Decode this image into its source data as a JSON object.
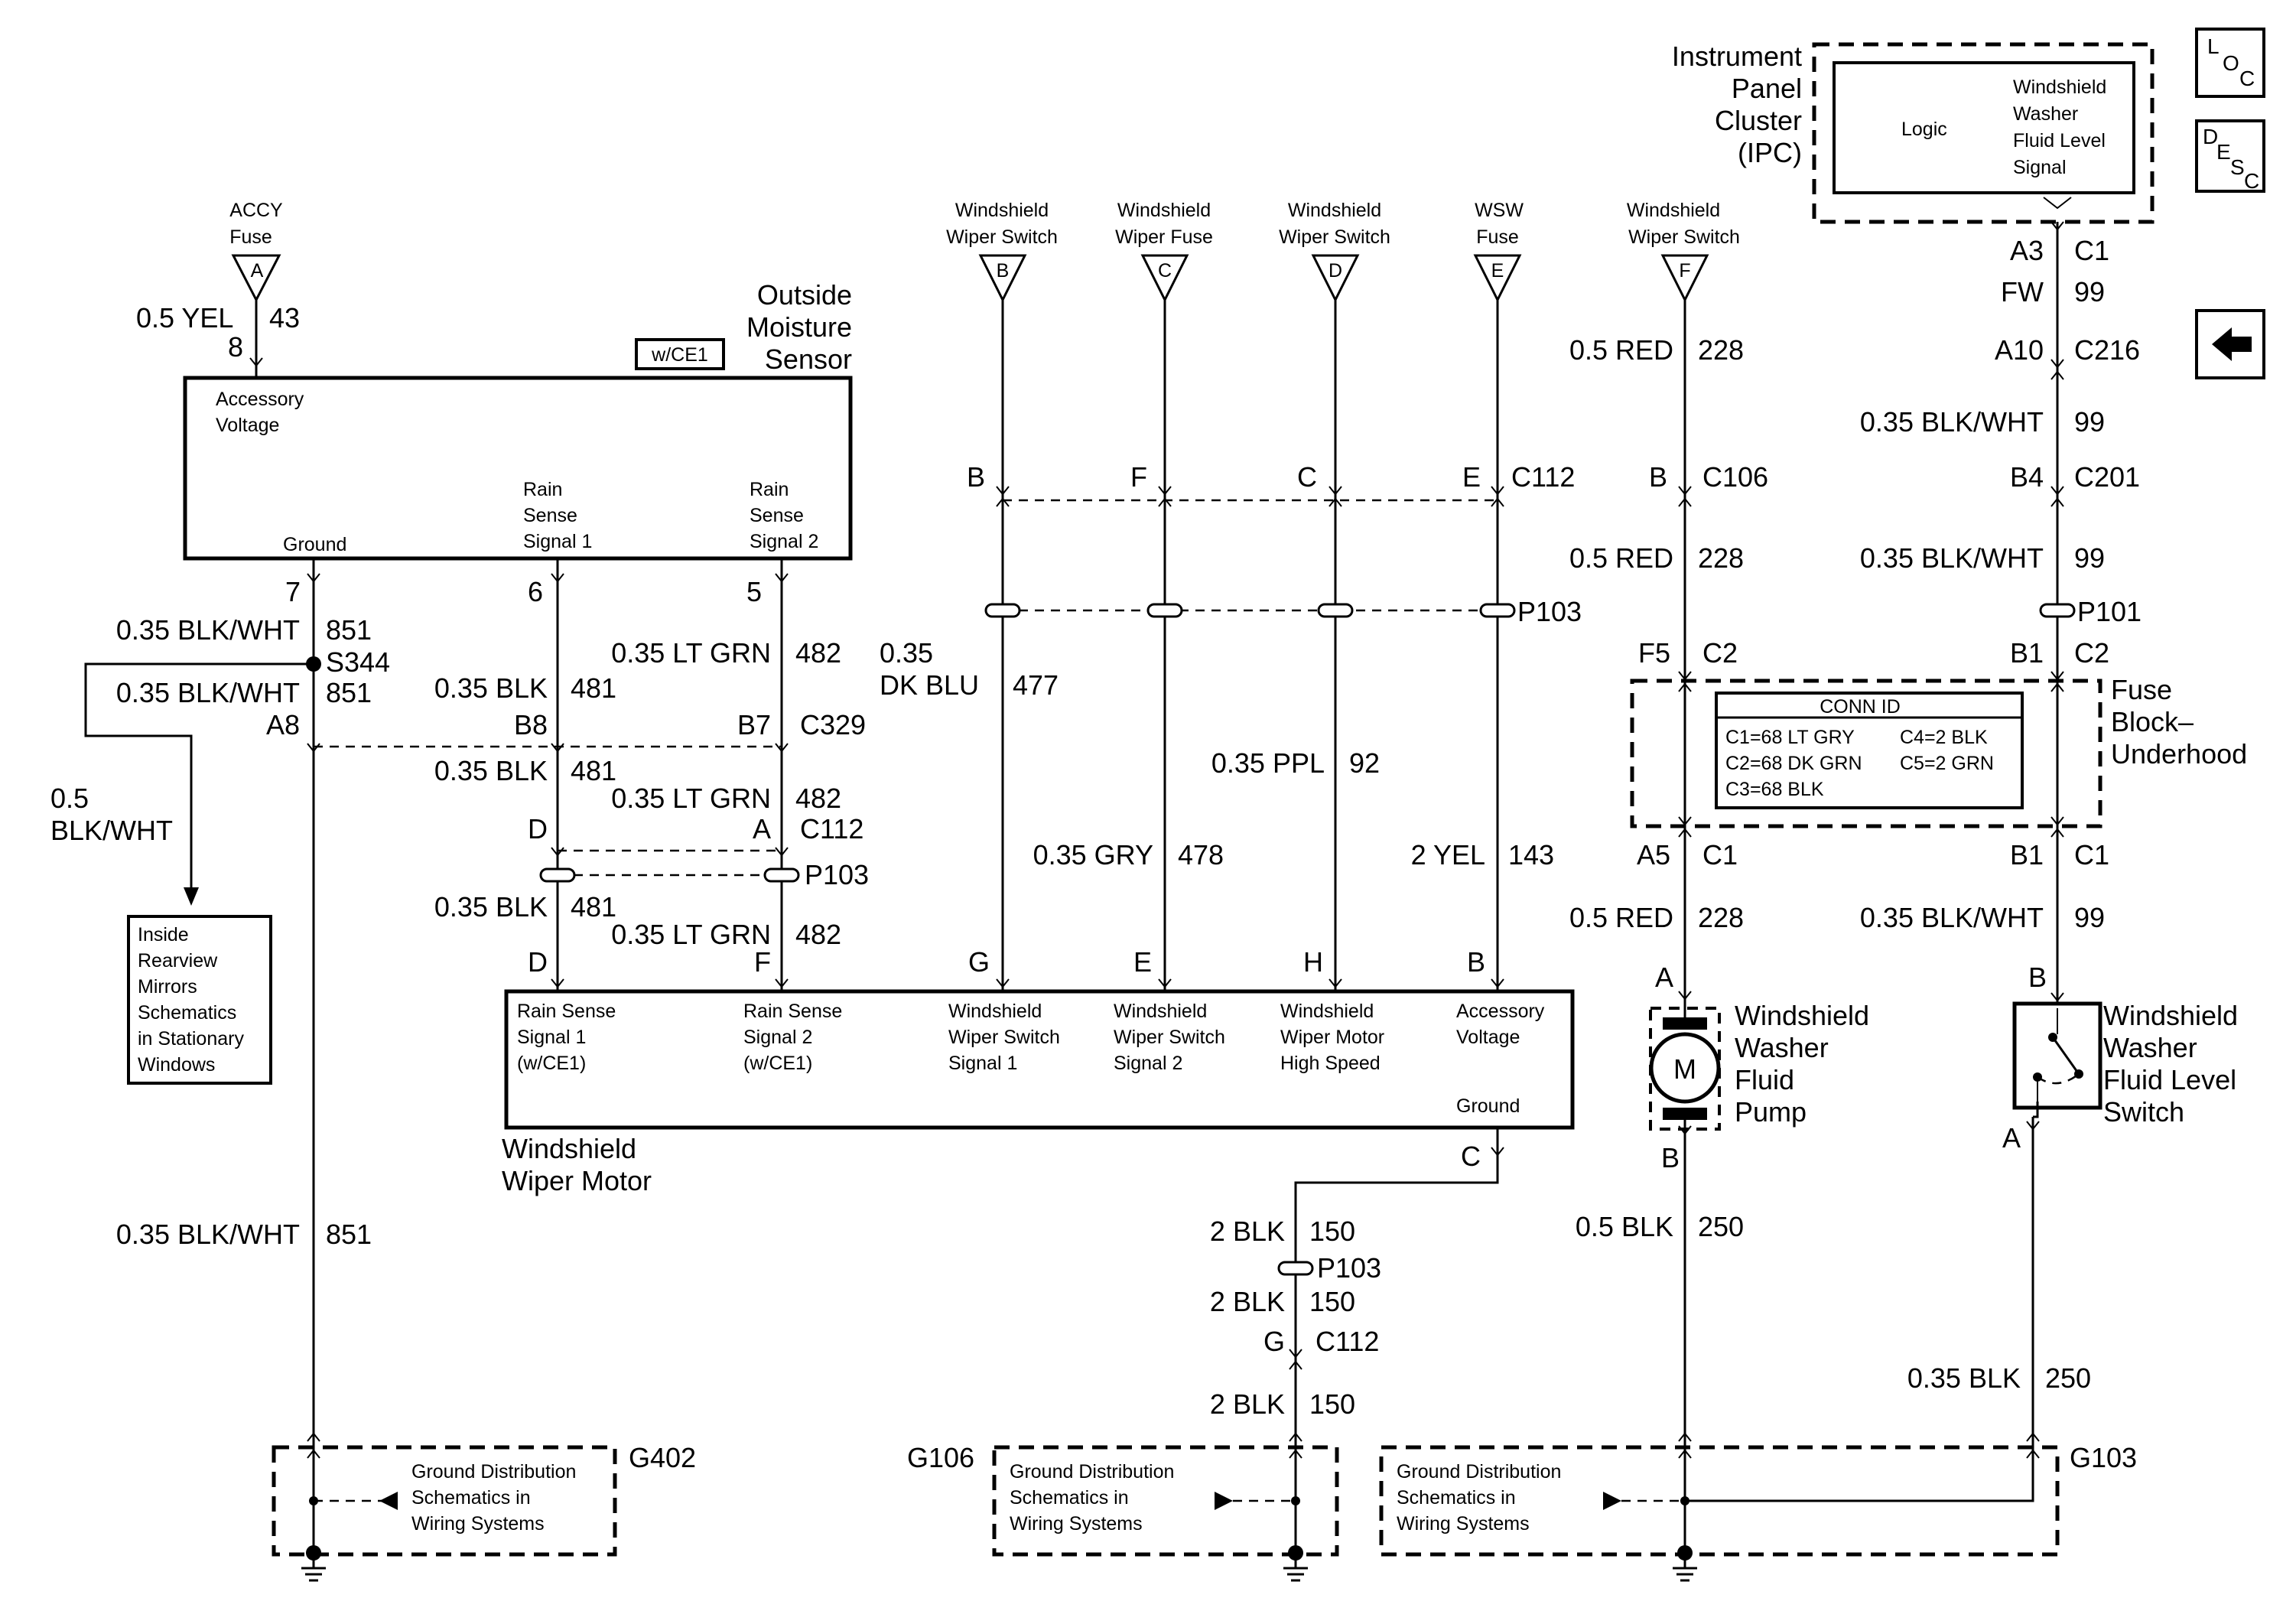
{
  "ipc": {
    "title_lines": [
      "Instrument",
      "Panel",
      "Cluster",
      "(IPC)"
    ],
    "logic": "Logic",
    "signal_lines": [
      "Windshield",
      "Washer",
      "Fluid Level",
      "Signal"
    ]
  },
  "nav": {
    "loc": [
      "L",
      "O",
      "C"
    ],
    "desc": [
      "D",
      "E",
      "S",
      "C"
    ],
    "back_arrow_icon": "left-arrow-icon"
  },
  "feeds": {
    "accy": {
      "label": [
        "ACCY",
        "Fuse"
      ],
      "letter": "A"
    },
    "b": {
      "label": [
        "Windshield",
        "Wiper Switch"
      ],
      "letter": "B"
    },
    "c": {
      "label": [
        "Windshield",
        "Wiper Fuse"
      ],
      "letter": "C"
    },
    "d": {
      "label": [
        "Windshield",
        "Wiper Switch"
      ],
      "letter": "D"
    },
    "e": {
      "label": [
        "WSW",
        "Fuse"
      ],
      "letter": "E"
    },
    "f": {
      "label": [
        "Windshield",
        "Wiper Switch"
      ],
      "letter": "F"
    }
  },
  "moisture_sensor": {
    "title": [
      "Outside",
      "Moisture",
      "Sensor"
    ],
    "option": "w/CE1",
    "accessory": [
      "Accessory",
      "Voltage"
    ],
    "ground": "Ground",
    "rain1": [
      "Rain",
      "Sense",
      "Signal 1"
    ],
    "rain2": [
      "Rain",
      "Sense",
      "Signal 2"
    ],
    "pins": [
      "7",
      "6",
      "5",
      "8"
    ]
  },
  "wires": {
    "yel43": [
      "0.5 YEL",
      "43"
    ],
    "bw851": [
      "0.35 BLK/WHT",
      "851"
    ],
    "bw851b": [
      "0.35 BLK/WHT",
      "851"
    ],
    "bw851c": [
      "0.35 BLK/WHT",
      "851"
    ],
    "bw_branch": [
      "0.5",
      "BLK/WHT"
    ],
    "blk481a": [
      "0.35 BLK",
      "481"
    ],
    "blk481b": [
      "0.35 BLK",
      "481"
    ],
    "blk481c": [
      "0.35 BLK",
      "481"
    ],
    "grn482a": [
      "0.35 LT GRN",
      "482"
    ],
    "grn482b": [
      "0.35 LT GRN",
      "482"
    ],
    "grn482c": [
      "0.35 LT GRN",
      "482"
    ],
    "blu477": [
      "0.35",
      "DK BLU",
      "477"
    ],
    "gry478": [
      "0.35 GRY",
      "478"
    ],
    "ppl92": [
      "0.35 PPL",
      "92"
    ],
    "yel143": [
      "2 YEL",
      "143"
    ],
    "red228a": [
      "0.5 RED",
      "228"
    ],
    "red228b": [
      "0.5 RED",
      "228"
    ],
    "red228c": [
      "0.5 RED",
      "228"
    ],
    "fw99": [
      "FW",
      "99"
    ],
    "bw99a": [
      "0.35 BLK/WHT",
      "99"
    ],
    "bw99b": [
      "0.35 BLK/WHT",
      "99"
    ],
    "bw99c": [
      "0.35 BLK/WHT",
      "99"
    ],
    "blk150a": [
      "2 BLK",
      "150"
    ],
    "blk150b": [
      "2 BLK",
      "150"
    ],
    "blk150c": [
      "2 BLK",
      "150"
    ],
    "blk250a": [
      "0.5 BLK",
      "250"
    ],
    "blk250b": [
      "0.35 BLK",
      "250"
    ]
  },
  "connectors": {
    "c112": "C112",
    "c106": "C106",
    "c201": "C201",
    "c216": "C216",
    "c1": "C1",
    "c2": "C2",
    "c329": "C329",
    "p103": "P103",
    "p101": "P101",
    "s344": "S344",
    "a3": "A3",
    "a10": "A10",
    "b4": "B4",
    "f5": "F5",
    "b1": "B1",
    "a5": "A5",
    "a8": "A8",
    "b8": "B8",
    "b7": "B7",
    "pin_b": "B",
    "pin_f": "F",
    "pin_c": "C",
    "pin_e": "E",
    "pin_d": "D",
    "pin_a": "A",
    "pin_g": "G",
    "pin_h": "H"
  },
  "fuse_block": {
    "title": [
      "Fuse",
      "Block–",
      "Underhood"
    ],
    "conn_id_title": "CONN ID",
    "rows": [
      "C1=68 LT GRY",
      "C2=68 DK GRN",
      "C3=68 BLK"
    ],
    "rows2": [
      "C4=2 BLK",
      "C5=2 GRN"
    ]
  },
  "wiper_motor": {
    "title": [
      "Windshield",
      "Wiper Motor"
    ],
    "cols": [
      [
        "Rain Sense",
        "Signal 1",
        "(w/CE1)"
      ],
      [
        "Rain Sense",
        "Signal 2",
        "(w/CE1)"
      ],
      [
        "Windshield",
        "Wiper Switch",
        "Signal 1"
      ],
      [
        "Windshield",
        "Wiper Switch",
        "Signal 2"
      ],
      [
        "Windshield",
        "Wiper Motor",
        "High Speed"
      ],
      [
        "Accessory",
        "Voltage"
      ]
    ],
    "ground": "Ground"
  },
  "pump": {
    "label": [
      "Windshield",
      "Washer",
      "Fluid",
      "Pump"
    ],
    "motor_symbol": "M"
  },
  "level_switch": {
    "label": [
      "Windshield",
      "Washer",
      "Fluid Level",
      "Switch"
    ]
  },
  "mirrors": [
    "Inside",
    "Rearview",
    "Mirrors",
    "Schematics",
    "in Stationary",
    "Windows"
  ],
  "grounds": {
    "g402": "G402",
    "g106": "G106",
    "g103": "G103",
    "dist": [
      "Ground Distribution",
      "Schematics in",
      "Wiring Systems"
    ]
  }
}
